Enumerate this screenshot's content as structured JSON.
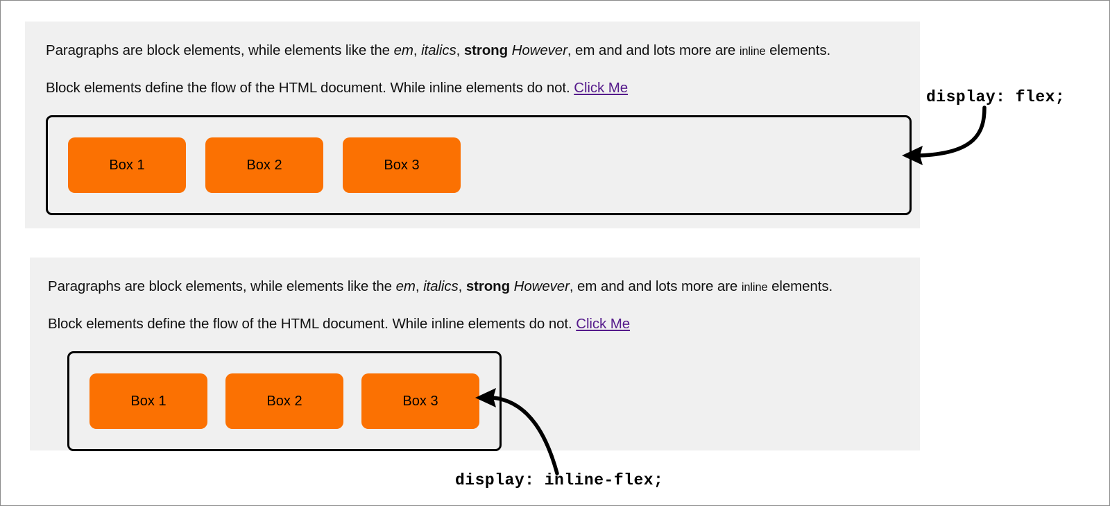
{
  "page": {
    "background": "#ffffff",
    "section_background": "#f0f0f0",
    "box_color": "#fb7102",
    "link_color": "#551a8b",
    "border_color": "#000000"
  },
  "sections": [
    {
      "id": "flex",
      "paragraph_1": {
        "part_1": "Paragraphs are block elements, while elements like the ",
        "em_1": "em",
        "sep_1": ", ",
        "em_2": "italics",
        "sep_2": ", ",
        "strong_1": "strong",
        "sep_3": " ",
        "em_3": "However",
        "part_2": ", em and and lots more are ",
        "small_1": "inline",
        "part_3": " elements."
      },
      "paragraph_2": {
        "part_1": "Block elements define the flow of the HTML document. While inline elements do not. ",
        "link": "Click Me"
      },
      "boxes": [
        "Box 1",
        "Box 2",
        "Box 3"
      ],
      "annotation": "display: flex;"
    },
    {
      "id": "inline-flex",
      "paragraph_1": {
        "part_1": "Paragraphs are block elements, while elements like the ",
        "em_1": "em",
        "sep_1": ", ",
        "em_2": "italics",
        "sep_2": ", ",
        "strong_1": "strong",
        "sep_3": " ",
        "em_3": "However",
        "part_2": ", em and and lots more are ",
        "small_1": "inline",
        "part_3": " elements."
      },
      "paragraph_2": {
        "part_1": "Block elements define the flow of the HTML document. While inline elements do not. ",
        "link": "Click Me"
      },
      "boxes": [
        "Box 1",
        "Box 2",
        "Box 3"
      ],
      "annotation": "display: inline-flex;"
    }
  ]
}
